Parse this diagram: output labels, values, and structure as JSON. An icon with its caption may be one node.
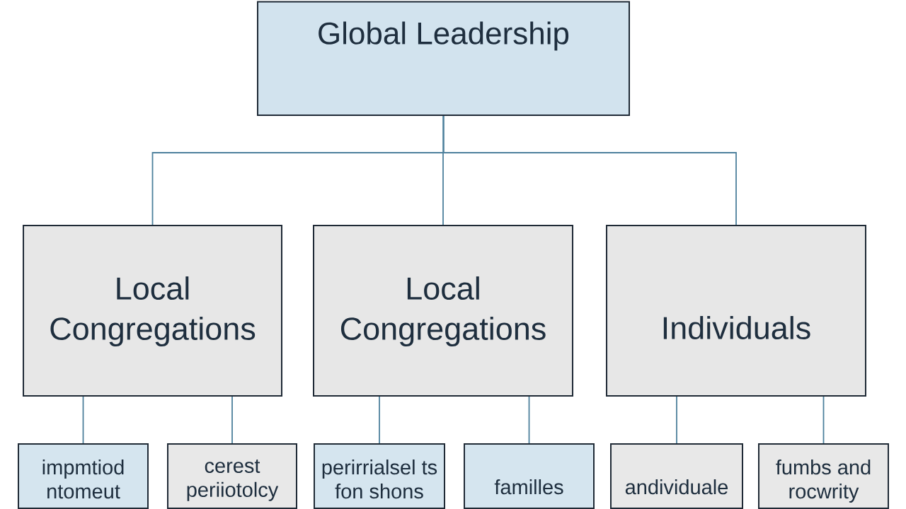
{
  "diagram": {
    "nodes": [
      {
        "text": [
          "Global Leadership"
        ]
      },
      {
        "text": [
          "Local Congregations"
        ]
      },
      {
        "text": [
          "Local Congregations"
        ]
      },
      {
        "text": [
          "Individuals"
        ]
      },
      {
        "text": [
          "impmtiod ntomeut"
        ]
      },
      {
        "text": [
          "cerest periiotolcy"
        ]
      },
      {
        "text": [
          "perirrialsel ts fon shons"
        ]
      },
      {
        "text": [
          "familles"
        ]
      },
      {
        "text": [
          "andividuale"
        ]
      },
      {
        "text": [
          "fumbs and rocwrity"
        ]
      }
    ],
    "edges": [
      {
        "from": 0,
        "to": 1,
        "arrow": "none"
      },
      {
        "from": 0,
        "to": 2,
        "arrow": "none"
      },
      {
        "from": 0,
        "to": 3,
        "arrow": "none"
      },
      {
        "from": 1,
        "to": 4,
        "arrow": "none"
      },
      {
        "from": 1,
        "to": 5,
        "arrow": "none"
      },
      {
        "from": 2,
        "to": 6,
        "arrow": "none"
      },
      {
        "from": 2,
        "to": 7,
        "arrow": "none"
      },
      {
        "from": 3,
        "to": 8,
        "arrow": "none"
      },
      {
        "from": 3,
        "to": 9,
        "arrow": "none"
      }
    ]
  }
}
